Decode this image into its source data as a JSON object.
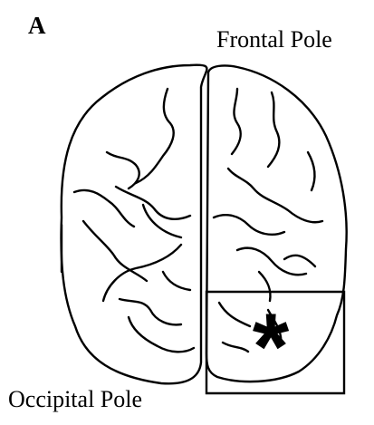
{
  "figure": {
    "panel_label": "A",
    "top_label": "Frontal Pole",
    "bottom_label": "Occipital Pole",
    "marker_glyph": "*",
    "colors": {
      "ink": "#000000",
      "background": "#ffffff"
    },
    "icons": [
      "brain-outline-icon",
      "asterisk-icon"
    ]
  }
}
